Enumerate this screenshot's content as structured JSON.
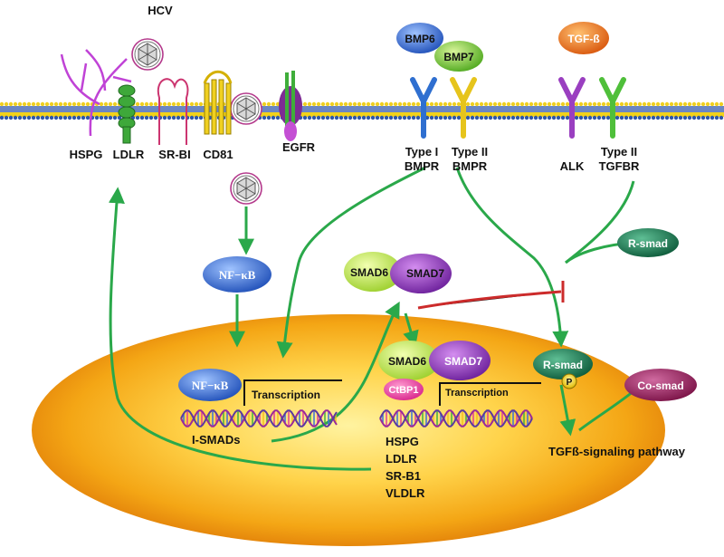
{
  "virus_label": "HCV",
  "receptors": {
    "hspg": "HSPG",
    "ldlr": "LDLR",
    "srbi": "SR-BI",
    "cd81": "CD81",
    "egfr": "EGFR"
  },
  "ligands": {
    "bmp6": "BMP6",
    "bmp7": "BMP7",
    "tgfb": "TGF-ß"
  },
  "bmp_receptors": {
    "type1_line1": "Type I",
    "type1_line2": "BMPR",
    "type2_line1": "Type II",
    "type2_line2": "BMPR"
  },
  "tgf_receptors": {
    "alk": "ALK",
    "type2_line1": "Type II",
    "type2_line2": "TGFBR"
  },
  "nfkb": "NF−κB",
  "smad6": "SMAD6",
  "smad7": "SMAD7",
  "ctbp1": "CtBP1",
  "transcription": "Transcription",
  "i_smads": "I-SMADs",
  "target_genes": [
    "HSPG",
    "LDLR",
    "SR-B1",
    "VLDLR"
  ],
  "r_smad": "R-smad",
  "phospho": "P",
  "co_smad": "Co-smad",
  "pathway": "TGFß-signaling pathway",
  "colors": {
    "arrow": "#2aa84a",
    "inhibit": "#cc2b2b",
    "nucleus_outer": "#f3a312",
    "nucleus_inner": "#ffd451",
    "membrane": "#2f57a8",
    "membrane_head": "#f2d21a"
  }
}
